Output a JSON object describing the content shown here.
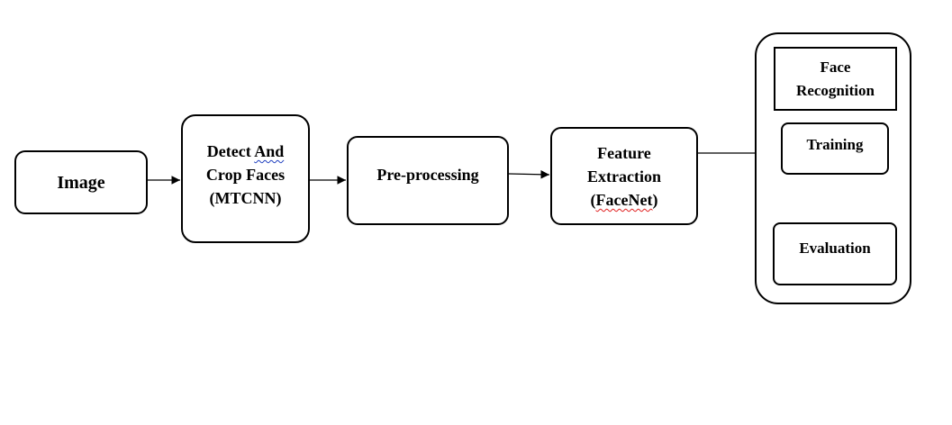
{
  "nodes": {
    "image": "Image",
    "detect": [
      "Detect And",
      "Crop Faces",
      "(MTCNN)"
    ],
    "detect_underlined_word": "And",
    "preprocessing": "Pre-processing",
    "feature": [
      "Feature",
      "Extraction",
      "(FaceNet)"
    ],
    "feature_underlined_word": "FaceNet",
    "face_recognition": [
      "Face",
      "Recognition"
    ],
    "training": "Training",
    "evaluation": "Evaluation"
  },
  "colors": {
    "stroke": "#000000",
    "background": "#ffffff",
    "spell_blue": "#1f3fbf",
    "spell_red": "#e02020"
  }
}
